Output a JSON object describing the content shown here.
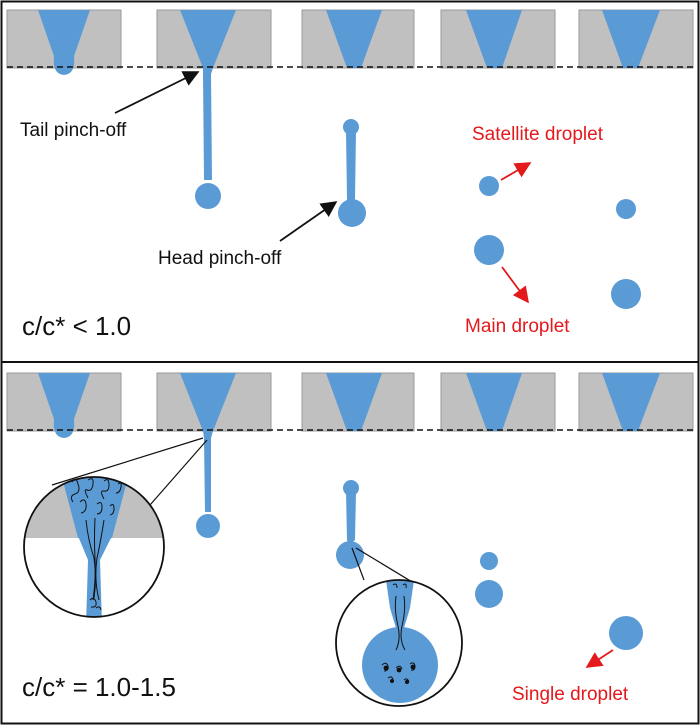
{
  "colors": {
    "fluid": "#5b9bd5",
    "nozzle": "#c0c0c0",
    "accent_red": "#e3191c",
    "ink": "#111111"
  },
  "panel_top": {
    "condition_label": "c/c* < 1.0",
    "tail_label": "Tail pinch-off",
    "head_label": "Head pinch-off",
    "satellite_label": "Satellite droplet",
    "main_label": "Main droplet"
  },
  "panel_bottom": {
    "condition_label": "c/c* = 1.0-1.5",
    "single_label": "Single droplet"
  }
}
